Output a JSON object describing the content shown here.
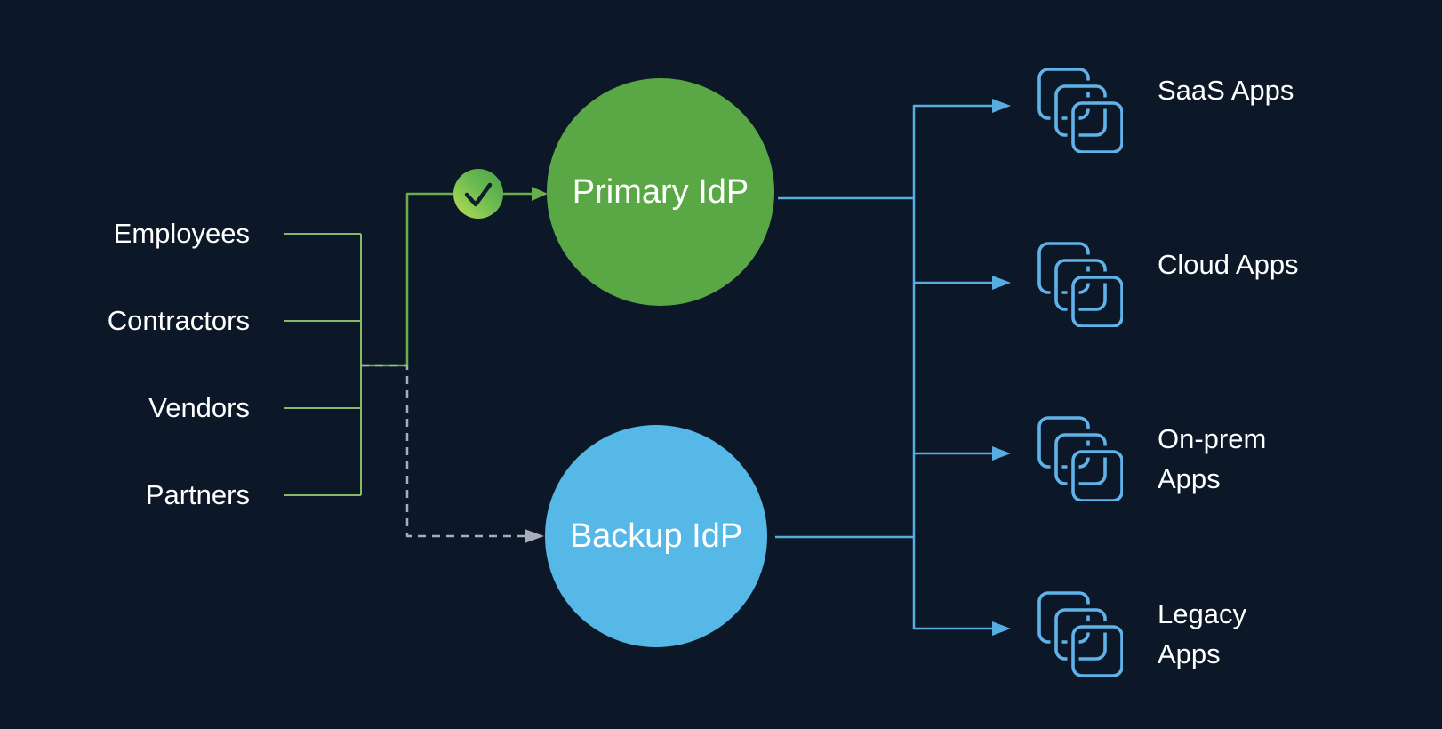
{
  "diagram": {
    "background_color": "#0c1828",
    "user_groups": [
      {
        "label": "Employees"
      },
      {
        "label": "Contractors"
      },
      {
        "label": "Vendors"
      },
      {
        "label": "Partners"
      }
    ],
    "idps": {
      "primary": {
        "label": "Primary IdP",
        "color": "#5aa745",
        "badge_icon": "checkmark-icon"
      },
      "backup": {
        "label": "Backup IdP",
        "color": "#55b8e6"
      }
    },
    "apps": [
      {
        "label": "SaaS Apps",
        "lines": [
          "SaaS Apps"
        ]
      },
      {
        "label": "Cloud Apps",
        "lines": [
          "Cloud Apps"
        ]
      },
      {
        "label": "On-prem Apps",
        "lines": [
          "On-prem",
          "Apps"
        ]
      },
      {
        "label": "Legacy Apps",
        "lines": [
          "Legacy",
          "Apps"
        ]
      }
    ],
    "colors": {
      "green_bracket_line": "#86ba68",
      "green_primary_path": "#6cad4b",
      "blue_line": "#58ade0",
      "app_icon_stroke": "#5fb3e8",
      "dashed_failover_line": "#a7aeb9",
      "badge_gradient_start": "#b9de58",
      "badge_gradient_end": "#4aa04c",
      "text": "#ffffff"
    }
  }
}
